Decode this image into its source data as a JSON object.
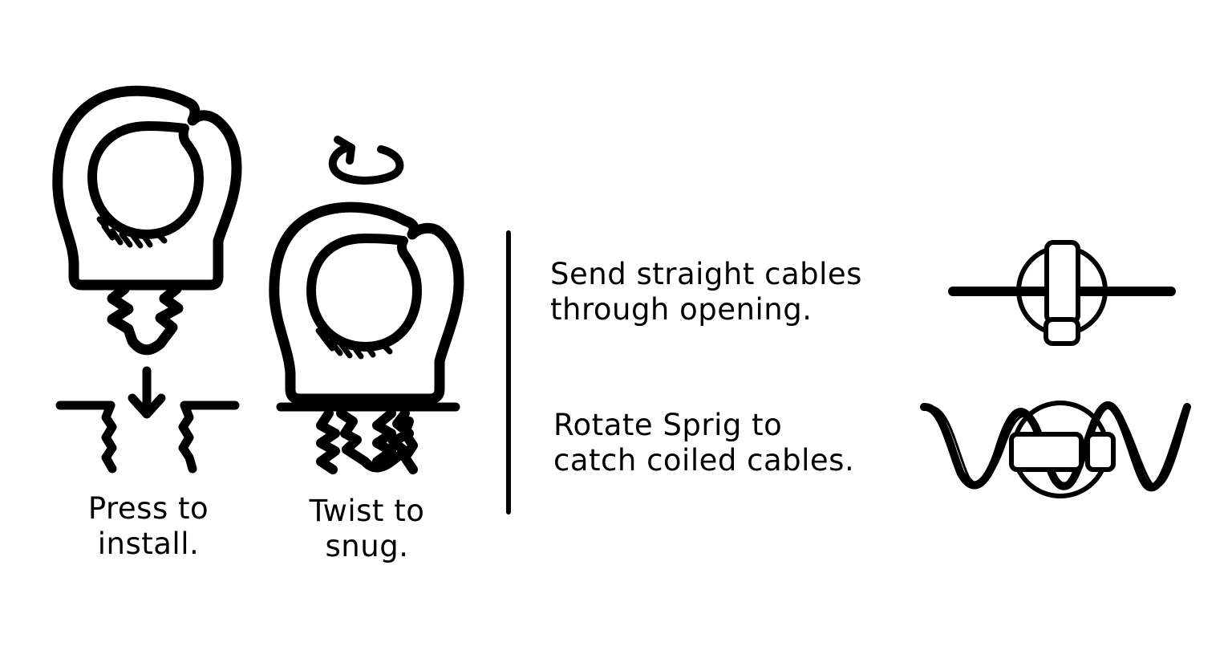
{
  "diagram": {
    "background": "#ffffff",
    "stroke_color": "#000000",
    "steps": [
      {
        "id": "press",
        "icon": "sprig-press-install-icon",
        "label_lines": [
          "Press to",
          "install."
        ]
      },
      {
        "id": "twist",
        "icon": "sprig-twist-snug-icon",
        "label_lines": [
          "Twist to",
          "snug."
        ]
      }
    ],
    "divider": "vertical-divider",
    "usage": [
      {
        "id": "straight",
        "label_lines": [
          "Send straight cables",
          "through opening."
        ],
        "icon": "straight-cable-through-sprig-icon"
      },
      {
        "id": "coiled",
        "label_lines": [
          "Rotate Sprig to",
          "catch coiled cables."
        ],
        "icon": "coiled-cable-sprig-icon"
      }
    ]
  }
}
